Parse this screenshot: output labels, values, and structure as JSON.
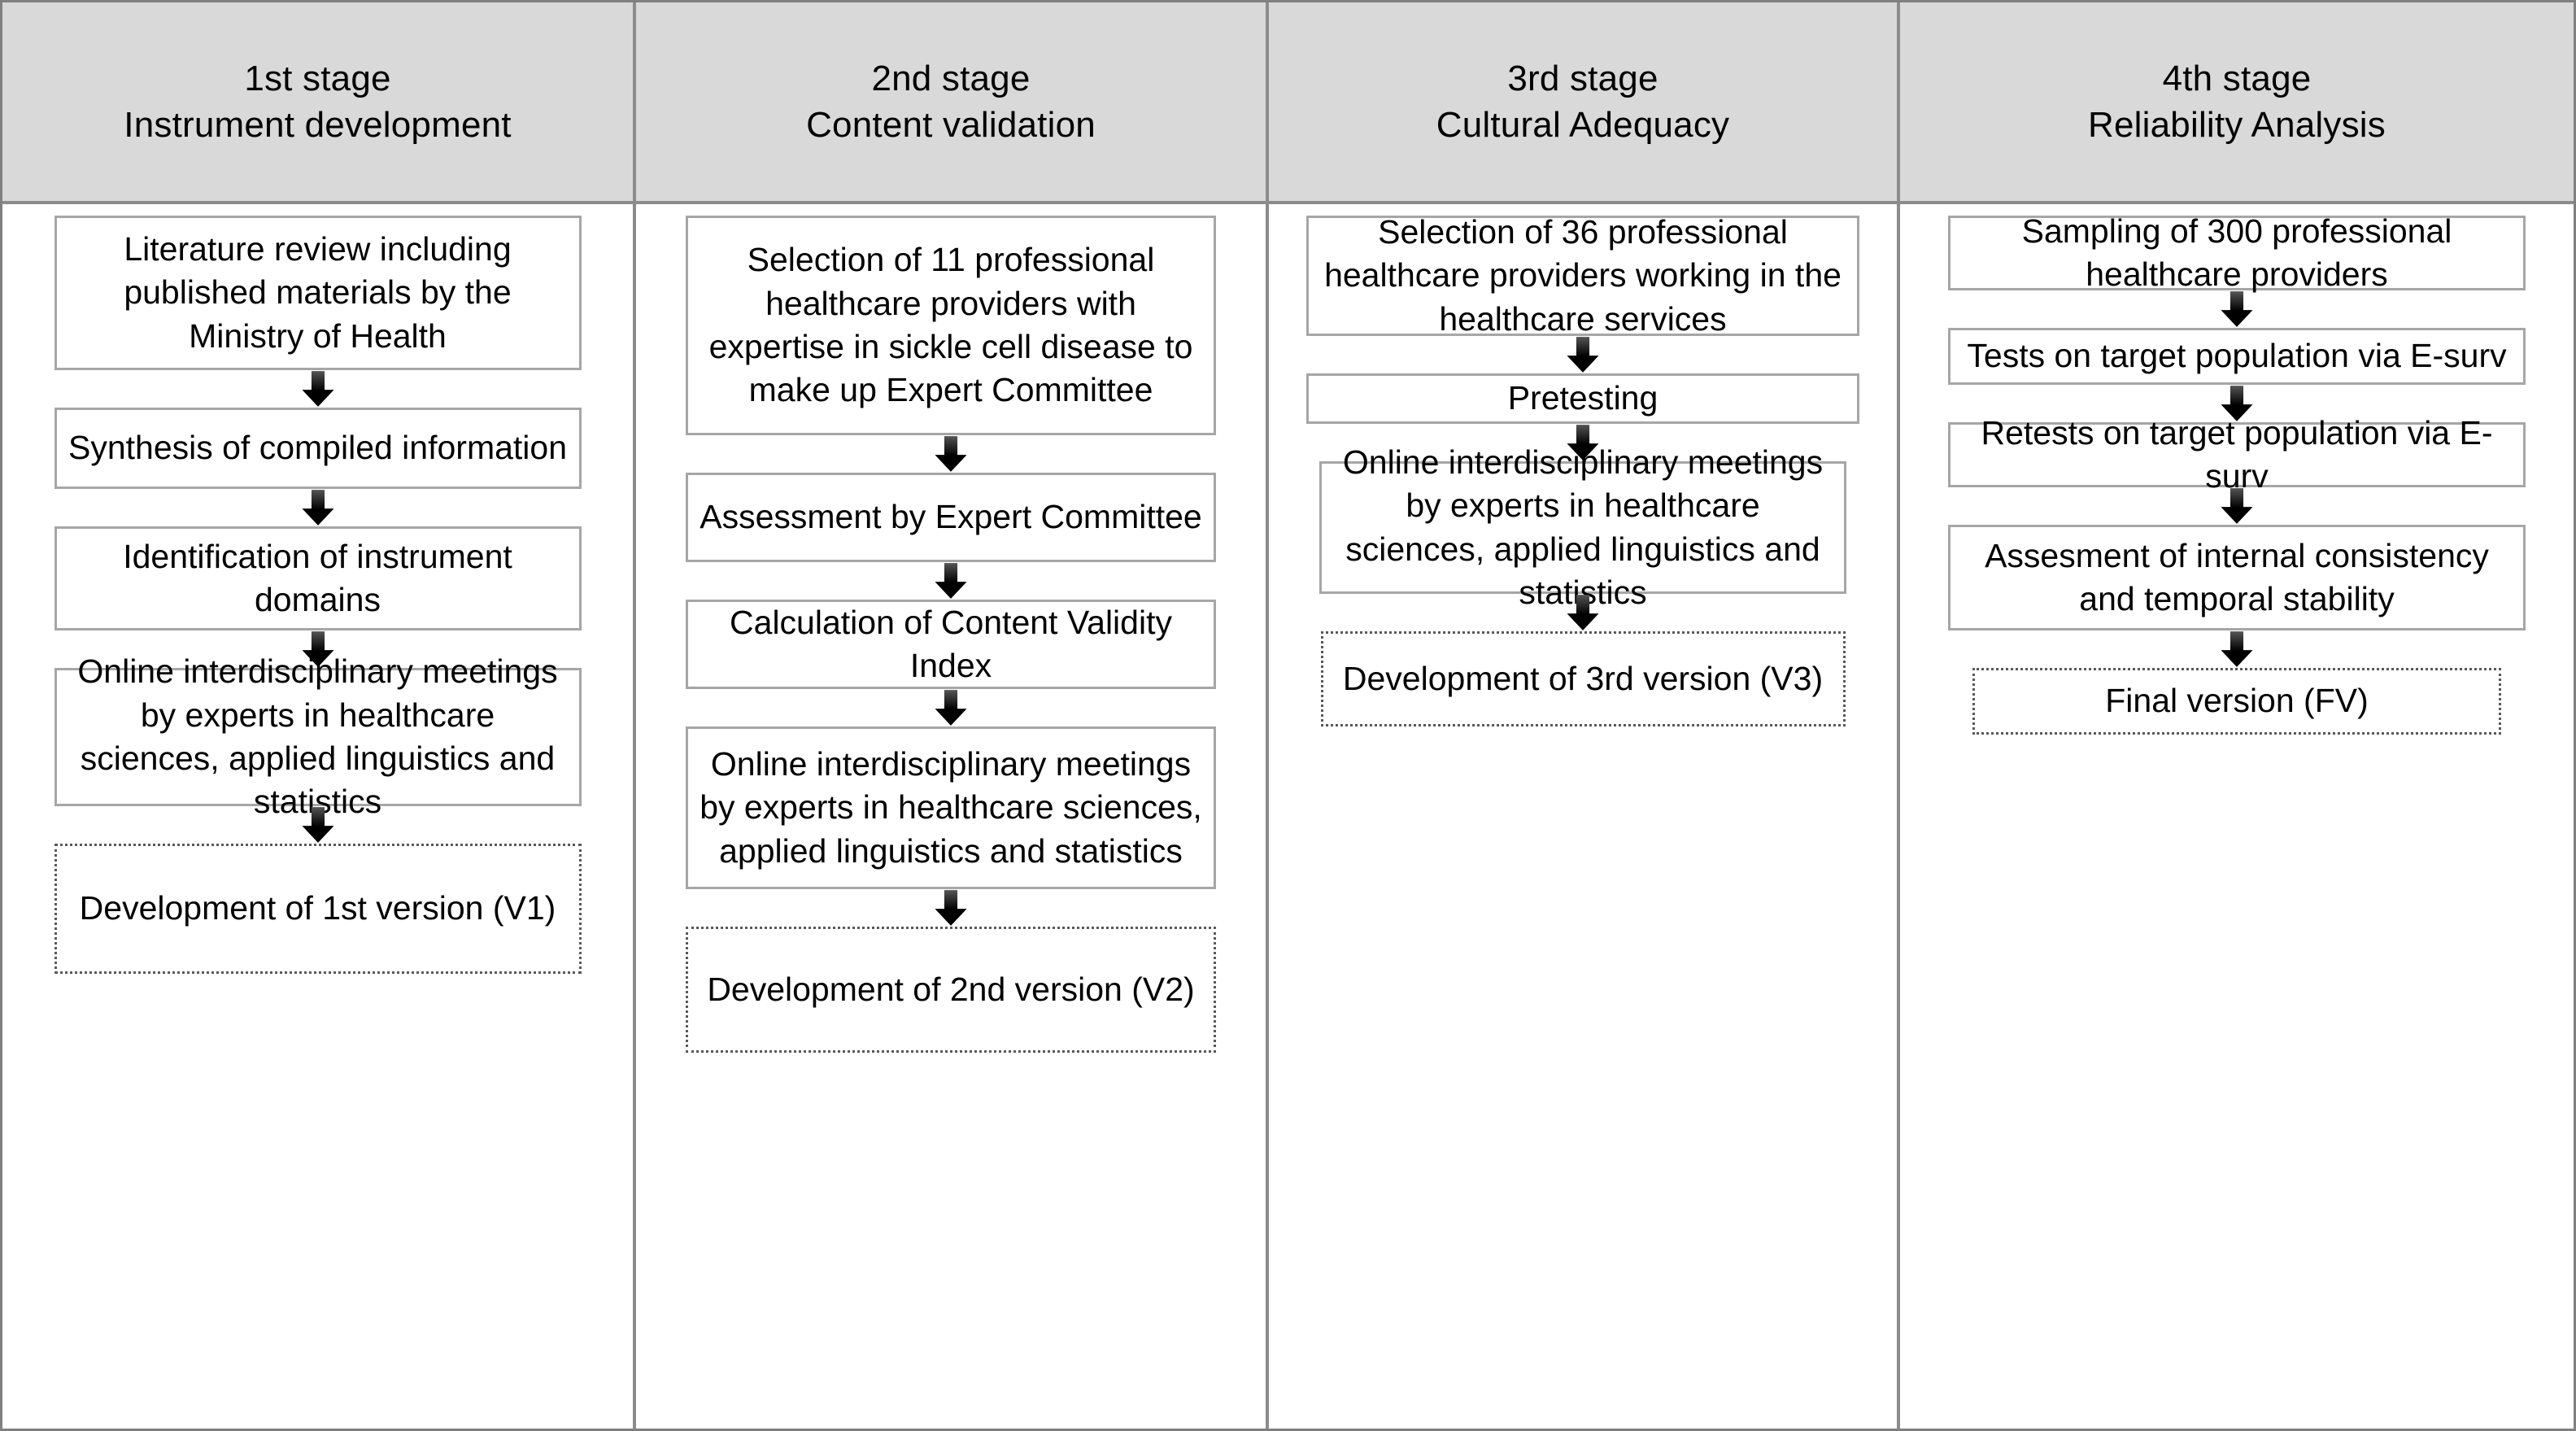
{
  "figure": {
    "title": "Instrument development and validation flowchart",
    "stage_count": 4,
    "accent_border_color": "#8c8c8c",
    "header_background": "#d9d9d9",
    "node_border_color": "#a6a6a6",
    "dotted_node_border_color": "#595959",
    "arrow_color": "#000000"
  },
  "columns": [
    {
      "header": {
        "stage_number": "1st stage",
        "stage_name": "Instrument development"
      },
      "nodes": [
        {
          "text": "Literature review including published materials by the Ministry of Health",
          "style": "solid"
        },
        {
          "text": "Synthesis of compiled information",
          "style": "solid"
        },
        {
          "text": "Identification of instrument domains",
          "style": "solid"
        },
        {
          "text": "Online interdisciplinary meetings by experts in healthcare sciences, applied linguistics and statistics",
          "style": "solid"
        },
        {
          "text": "Development of 1st version (V1)",
          "style": "dotted"
        }
      ]
    },
    {
      "header": {
        "stage_number": "2nd stage",
        "stage_name": "Content validation"
      },
      "nodes": [
        {
          "text": "Selection of 11 professional healthcare providers with expertise in sickle cell disease to make up Expert Committee",
          "style": "solid"
        },
        {
          "text": "Assessment by Expert Committee",
          "style": "solid"
        },
        {
          "text": "Calculation of Content Validity Index",
          "style": "solid"
        },
        {
          "text": "Online interdisciplinary meetings by experts in healthcare sciences, applied linguistics and statistics",
          "style": "solid"
        },
        {
          "text": "Development of 2nd version (V2)",
          "style": "dotted"
        }
      ]
    },
    {
      "header": {
        "stage_number": "3rd stage",
        "stage_name": "Cultural Adequacy"
      },
      "nodes": [
        {
          "text": "Selection of 36 professional healthcare providers working in the healthcare services",
          "style": "solid"
        },
        {
          "text": "Pretesting",
          "style": "solid"
        },
        {
          "text": "Online interdisciplinary meetings by experts in healthcare sciences, applied linguistics and statistics",
          "style": "solid"
        },
        {
          "text": "Development of 3rd version (V3)",
          "style": "dotted"
        }
      ]
    },
    {
      "header": {
        "stage_number": "4th stage",
        "stage_name": "Reliability Analysis"
      },
      "nodes": [
        {
          "text": "Sampling of 300 professional healthcare providers",
          "style": "solid"
        },
        {
          "text": "Tests on target population via E-surv",
          "style": "solid"
        },
        {
          "text": "Retests on target population via E-surv",
          "style": "solid"
        },
        {
          "text": "Assesment of internal consistency and temporal stability",
          "style": "solid"
        },
        {
          "text": "Final version (FV)",
          "style": "dotted"
        }
      ]
    }
  ]
}
